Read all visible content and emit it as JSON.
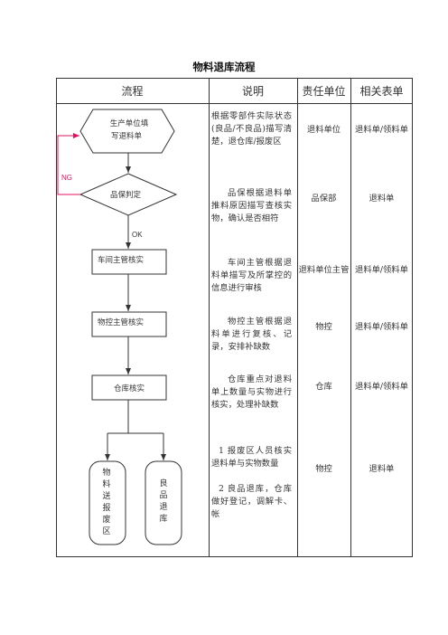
{
  "title": "物料退库流程",
  "headers": {
    "flow": "流程",
    "desc": "说明",
    "unit": "责任单位",
    "forms": "相关表单"
  },
  "flow": {
    "start_line1": "生产单位填",
    "start_line2": "写退料单",
    "decision": "品保判定",
    "ng_label": "NG",
    "ok_label": "OK",
    "step_workshop": "车间主管核实",
    "step_control": "物控主管核实",
    "step_warehouse": "仓库核实",
    "end_scrap_chars": [
      "物",
      "料",
      "送",
      "报",
      "废",
      "区"
    ],
    "end_good_chars": [
      "良",
      "品",
      "退",
      "库"
    ]
  },
  "rows": [
    {
      "desc": "根据零部件实际状态(良品/不良品)描写清楚，退仓库/报废区",
      "unit": "退料单位",
      "forms": "退料单/领料单"
    },
    {
      "desc": "品保根据退料单推料原因描写查核实物，确认是否相符",
      "unit": "品保部",
      "forms": "退料单"
    },
    {
      "desc": "车间主管根据退料单描写及所掌控的信息进行审核",
      "unit": "退料单位主管",
      "forms": "退料单/领料单"
    },
    {
      "desc": "物控主管根据退料单进行复核、记录，安排补缺数",
      "unit": "物控",
      "forms": "退料单/领料单"
    },
    {
      "desc": "仓库重点对退料单上数量与实物进行核实，处理补缺数",
      "unit": "仓库",
      "forms": "退料单/领料单"
    },
    {
      "desc1": "1 报废区人员核实退料单与实物数量",
      "desc2": "2 良品退库，仓库做好登记，调解卡、帐",
      "unit": "物控",
      "forms": "退料单"
    }
  ],
  "colors": {
    "line": "#333333",
    "ng_arrow": "#e0115f",
    "ng_text": "#e0115f",
    "ok_text": "#333333"
  }
}
